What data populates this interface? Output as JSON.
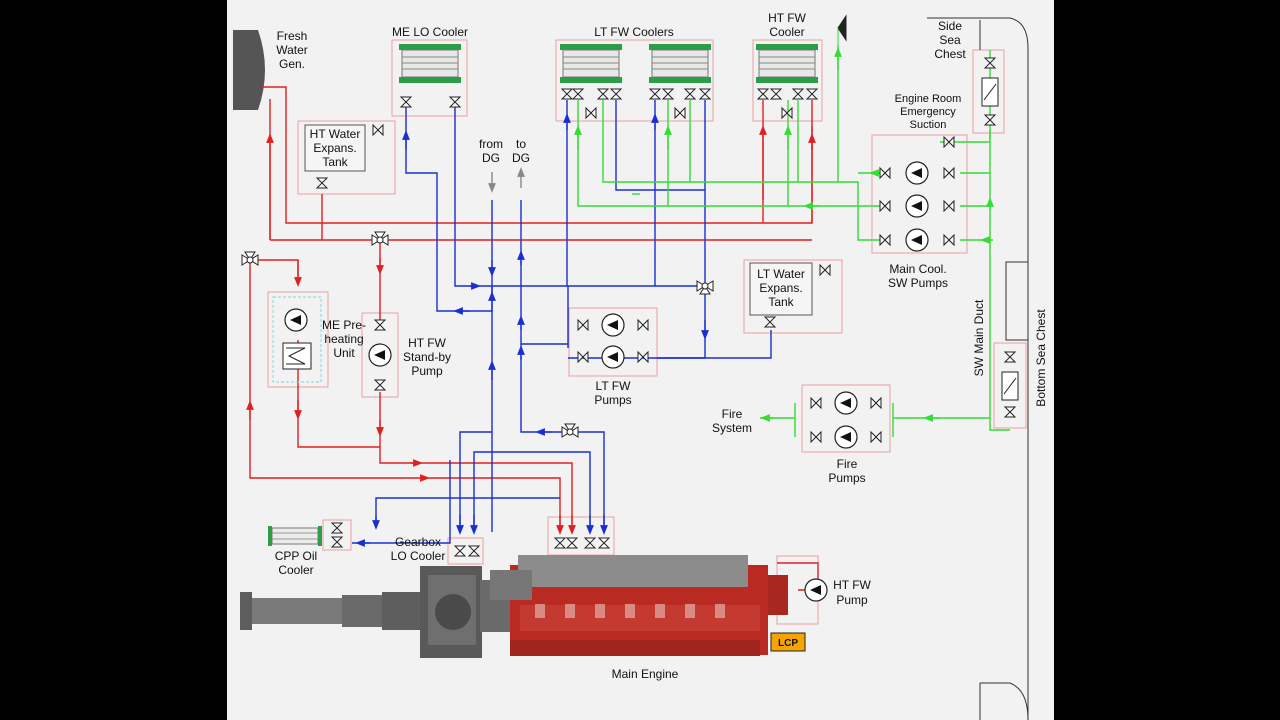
{
  "labels": {
    "fresh_water_gen": [
      "Fresh",
      "Water",
      "Gen."
    ],
    "me_lo_cooler": "ME LO Cooler",
    "lt_fw_coolers": "LT FW Coolers",
    "ht_fw_cooler": [
      "HT FW",
      "Cooler"
    ],
    "side_sea_chest": [
      "Side",
      "Sea",
      "Chest"
    ],
    "ht_water_expans_tank": [
      "HT Water",
      "Expans.",
      "Tank"
    ],
    "from_dg": [
      "from",
      "DG"
    ],
    "to_dg": [
      "to",
      "DG"
    ],
    "engine_room_emergency_suction": [
      "Engine Room",
      "Emergency",
      "Suction"
    ],
    "main_cool_sw_pumps": [
      "Main Cool.",
      "SW Pumps"
    ],
    "lt_water_expans_tank": [
      "LT Water",
      "Expans.",
      "Tank"
    ],
    "me_preheating_unit": [
      "ME Pre-",
      "heating",
      "Unit"
    ],
    "ht_fw_standby_pump": [
      "HT FW",
      "Stand-by",
      "Pump"
    ],
    "lt_fw_pumps": [
      "LT FW",
      "Pumps"
    ],
    "sw_main_duct": "SW Main Duct",
    "bottom_sea_chest": "Bottom Sea Chest",
    "fire_system": [
      "Fire",
      "System"
    ],
    "fire_pumps": [
      "Fire",
      "Pumps"
    ],
    "cpp_oil_cooler": [
      "CPP Oil",
      "Cooler"
    ],
    "gearbox_lo_cooler": [
      "Gearbox",
      "LO Cooler"
    ],
    "ht_fw_pump": [
      "HT FW",
      "Pump"
    ],
    "lcp": "LCP",
    "main_engine": "Main Engine"
  },
  "colors": {
    "background": "#f2f2f2",
    "ht_line": "#e02020",
    "lt_line": "#1a2fd0",
    "sw_line": "#33dd33",
    "box_outline": "#e8a0a0",
    "engine": "#b82a22",
    "lcp": "#f5a400"
  }
}
